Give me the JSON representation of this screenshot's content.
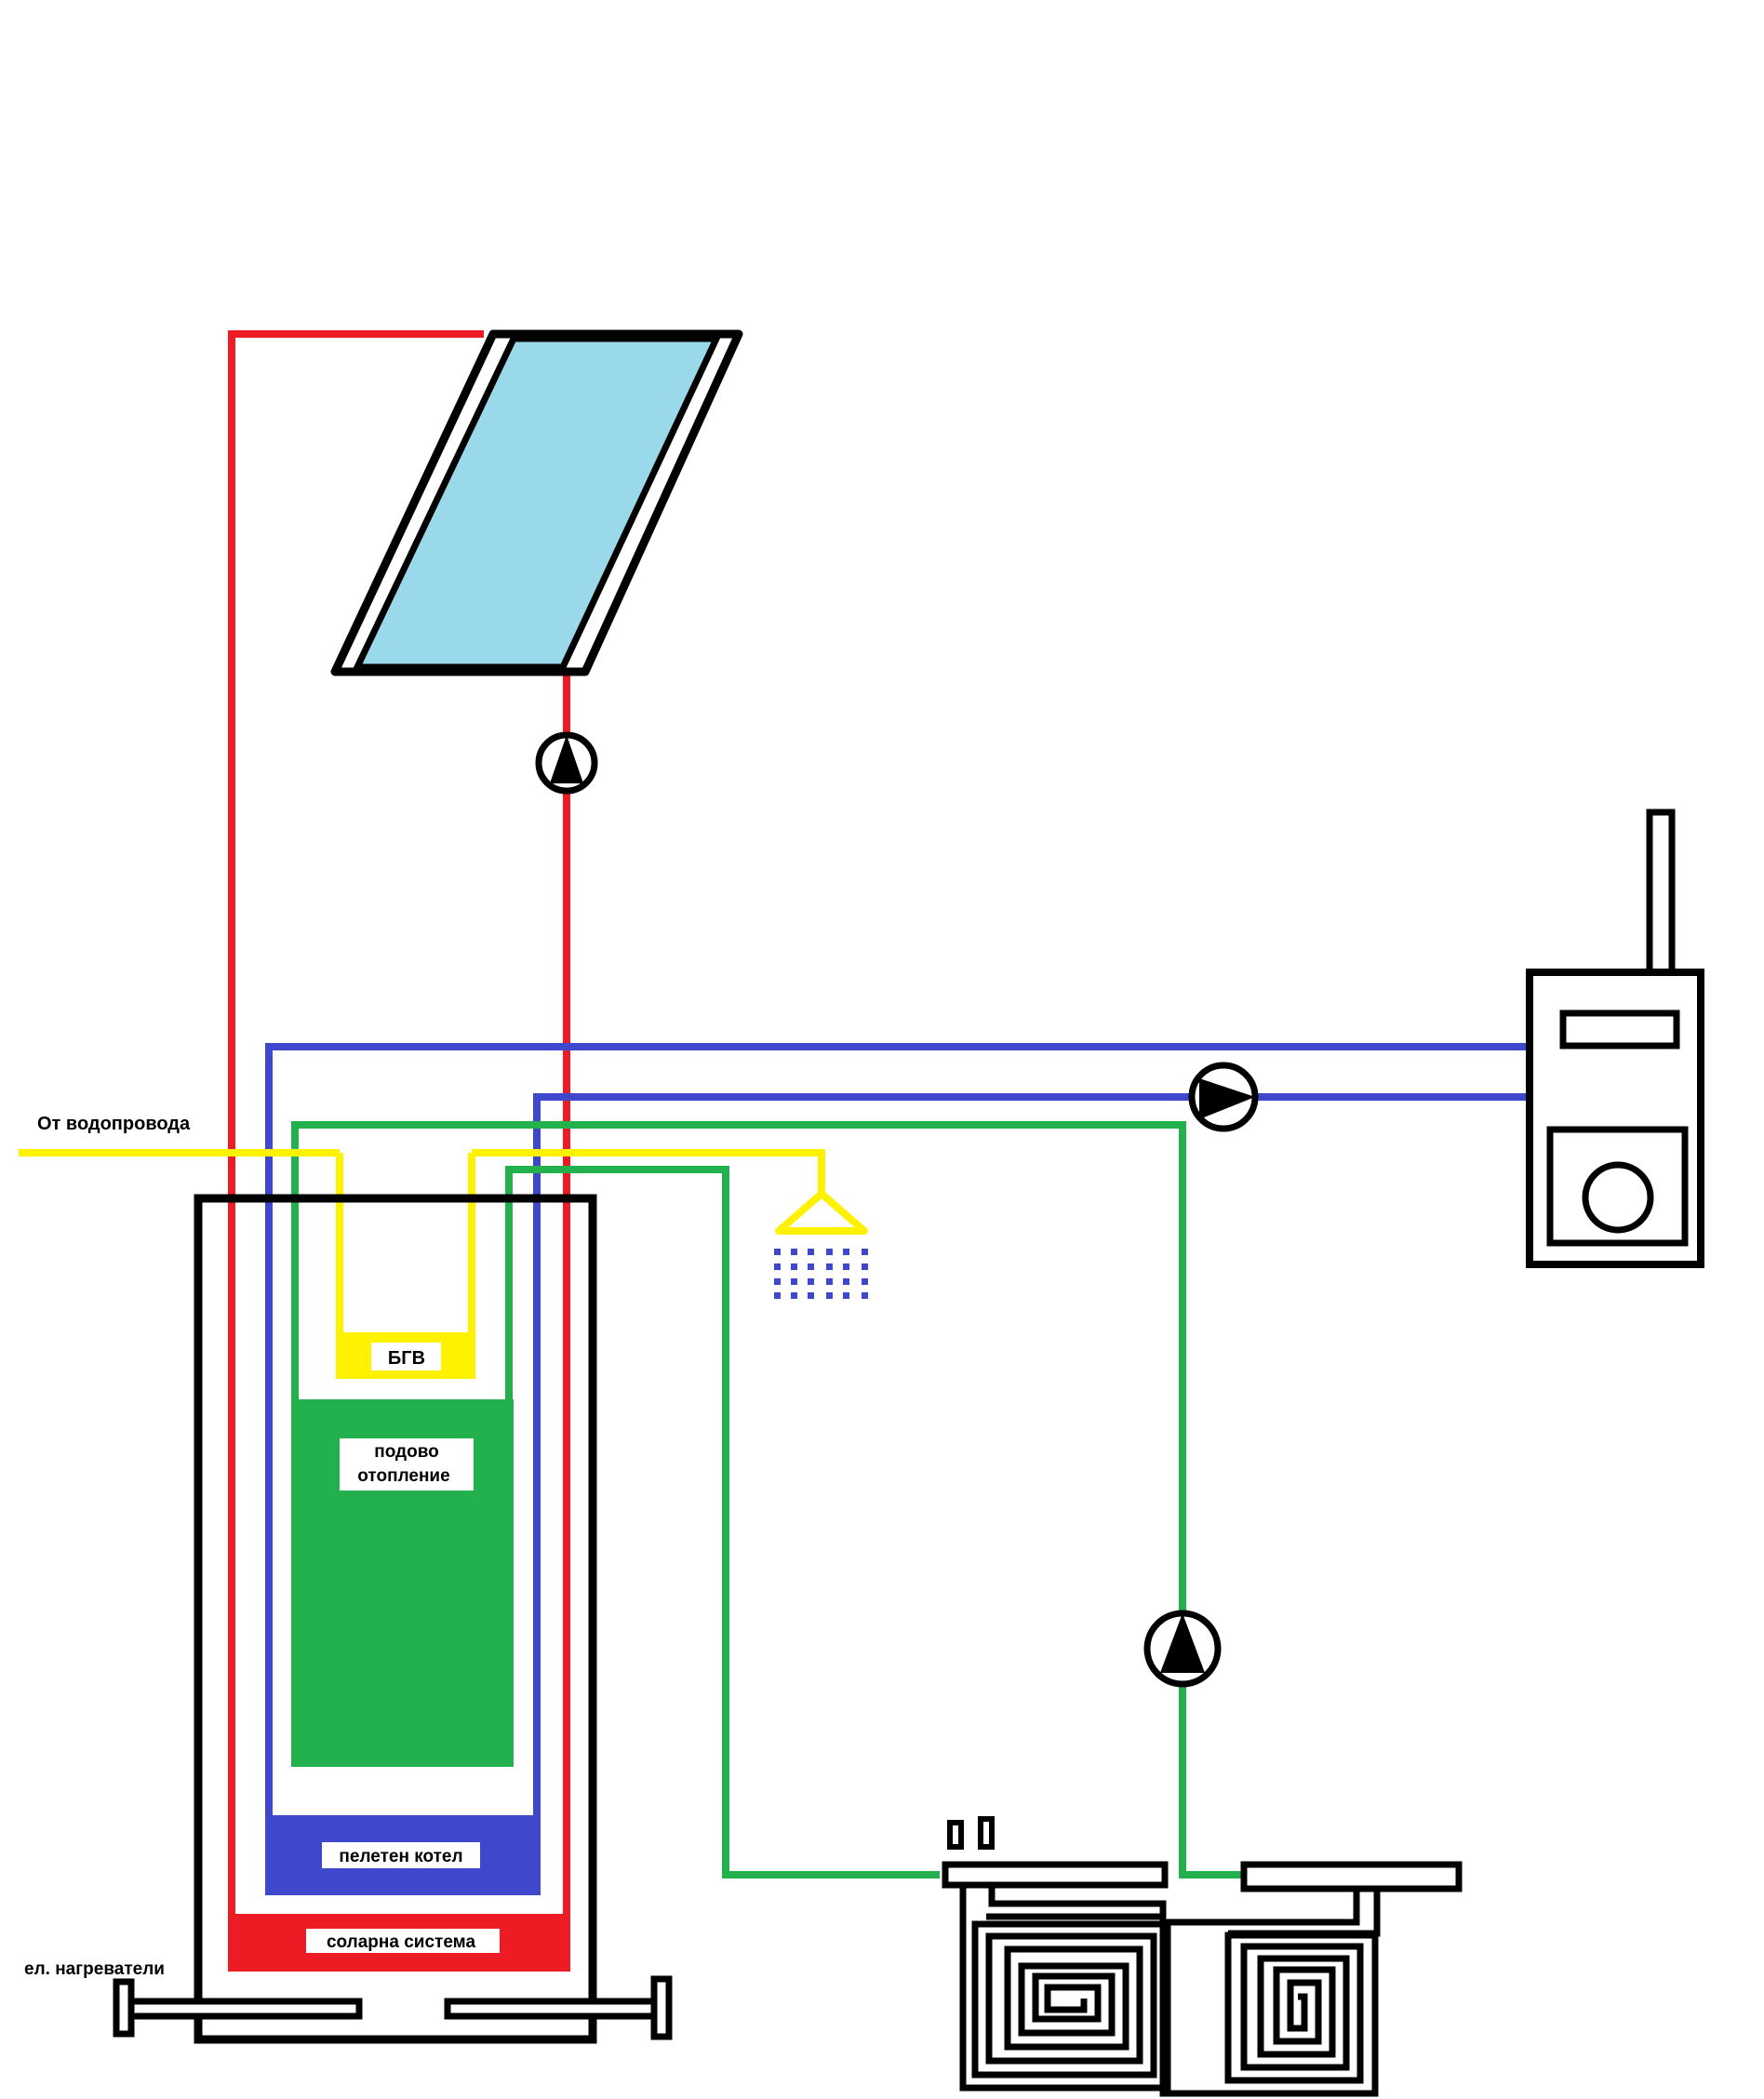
{
  "diagram": {
    "title": "Solar + pellet boiler combined heating scheme",
    "colors": {
      "solar": "#ed1c24",
      "boiler": "#3f48cc",
      "floor_heating": "#22b14c",
      "domestic_water": "#fff200",
      "collector_glass": "#99d9ea",
      "outline": "#000000",
      "background": "#ffffff"
    },
    "labels": {
      "water_supply": "От водопровода",
      "dhw": "БГВ",
      "floor_heating_line1": "подово",
      "floor_heating_line2": "отопление",
      "pellet_boiler": "пелетен котел",
      "solar_system": "соларна система",
      "electric_heaters": "ел. нагреватели"
    },
    "components": [
      {
        "id": "solar-collector",
        "icon": "solar-panel-icon"
      },
      {
        "id": "solar-pump",
        "icon": "pump-icon",
        "direction": "up"
      },
      {
        "id": "boiler-pump",
        "icon": "pump-icon",
        "direction": "right"
      },
      {
        "id": "floor-pump",
        "icon": "pump-icon",
        "direction": "up"
      },
      {
        "id": "pellet-boiler",
        "icon": "pellet-boiler-icon"
      },
      {
        "id": "shower",
        "icon": "shower-icon"
      },
      {
        "id": "buffer-tank",
        "icon": "tank-icon"
      },
      {
        "id": "floor-manifold-left",
        "icon": "manifold-icon"
      },
      {
        "id": "floor-manifold-right",
        "icon": "manifold-icon"
      },
      {
        "id": "floor-coil-left",
        "icon": "floor-coil-icon"
      },
      {
        "id": "floor-coil-right",
        "icon": "floor-coil-icon"
      },
      {
        "id": "electric-heater-left",
        "icon": "heating-element-icon"
      },
      {
        "id": "electric-heater-right",
        "icon": "heating-element-icon"
      }
    ]
  }
}
